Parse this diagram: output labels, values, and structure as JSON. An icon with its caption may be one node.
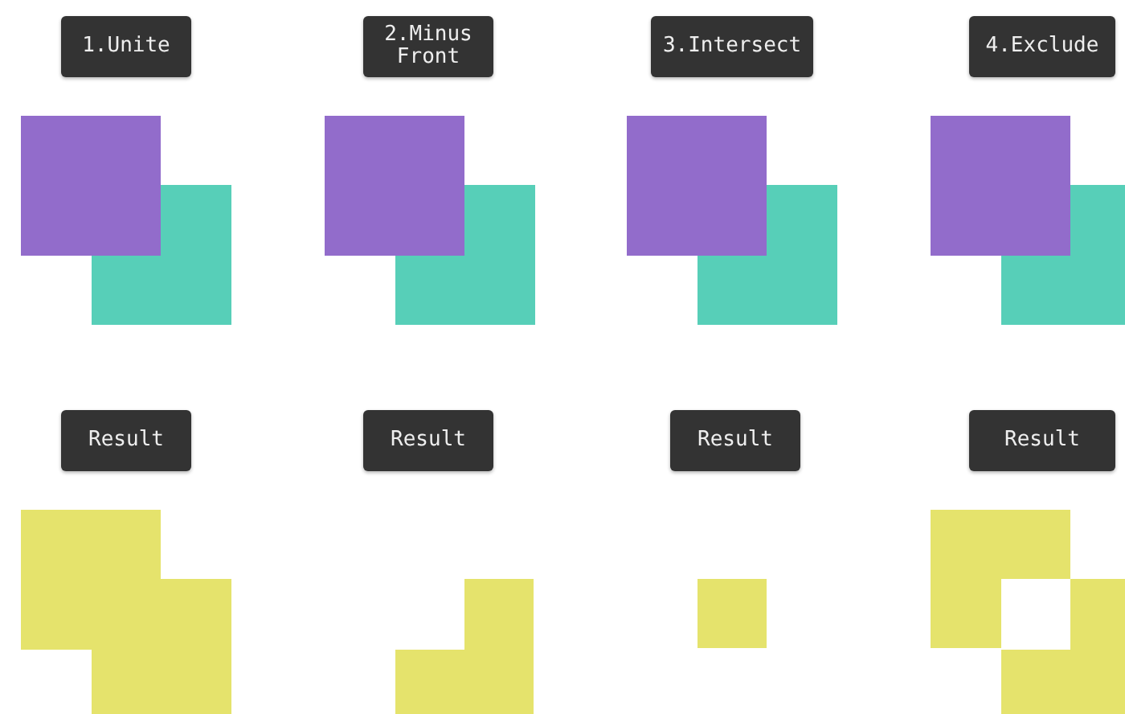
{
  "diagram": {
    "nodes": [
      {
        "text": [
          "1.Unite"
        ]
      },
      {
        "text": [
          "2.Minus Front"
        ]
      },
      {
        "text": [
          "3.Intersect"
        ]
      },
      {
        "text": [
          "4.Exclude"
        ]
      },
      {
        "text": [
          "Result"
        ]
      },
      {
        "text": [
          "Result"
        ]
      },
      {
        "text": [
          "Result"
        ]
      },
      {
        "text": [
          "Result"
        ]
      }
    ]
  }
}
